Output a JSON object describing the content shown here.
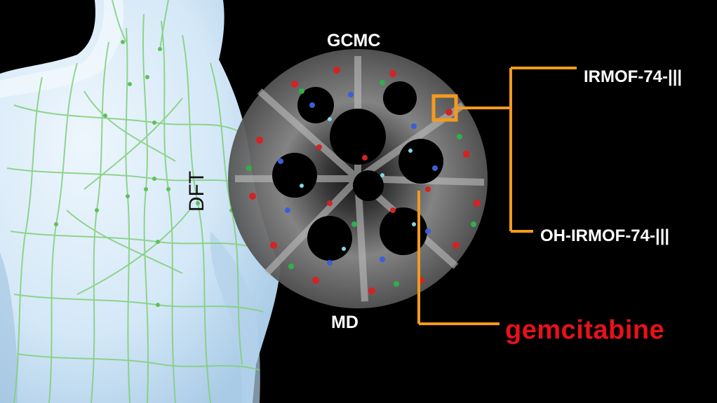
{
  "labels": {
    "top_method": "GCMC",
    "bottom_method": "MD",
    "side_method": "DFT",
    "framework": "IRMOF-74-|||",
    "functionalized_framework": "OH-IRMOF-74-|||",
    "drug": "gemcitabine"
  },
  "colors": {
    "background": "#000000",
    "connector": "#f39a1e",
    "drug_text": "#e8111b",
    "label_text": "#ffffff",
    "body_fill": "#d6e9f8",
    "vessels": "#7fd07a"
  },
  "icons": {
    "body": "human-torso-lymphatic-illustration",
    "molecule": "porous-mof-molecular-structure"
  }
}
